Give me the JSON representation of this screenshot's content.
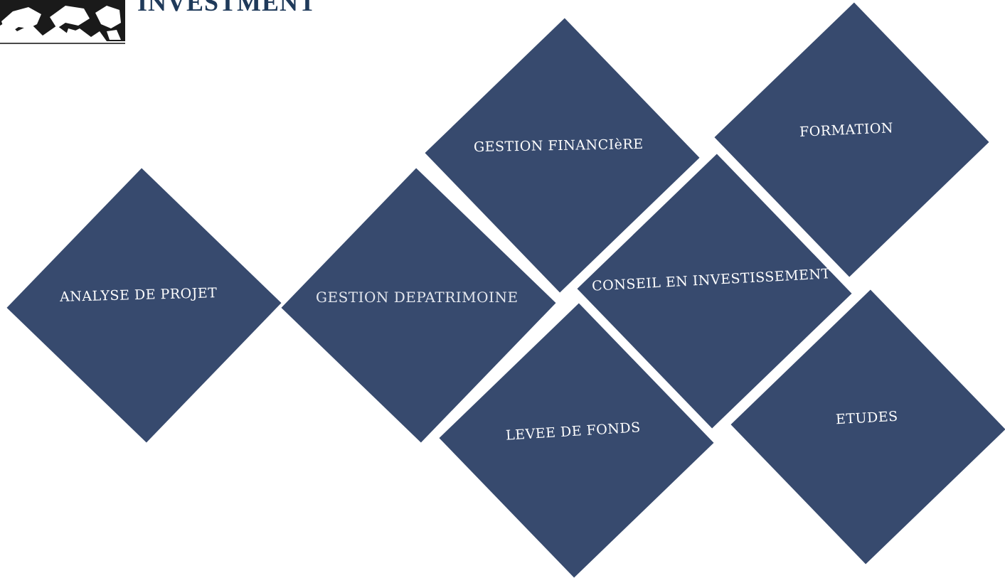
{
  "header": {
    "company_name": "INVESTMENT",
    "logo_icon": "bull-logo-icon"
  },
  "tiles": [
    {
      "label": "ANALYSE DE PROJET"
    },
    {
      "label": "GESTION DEPATRIMOINE"
    },
    {
      "label": "GESTION FINANCIèRE"
    },
    {
      "label": "CONSEIL EN  INVESTISSEMENT"
    },
    {
      "label": "LEVEE DE FONDS"
    },
    {
      "label": "FORMATION"
    },
    {
      "label": "ETUDES"
    }
  ],
  "colors": {
    "tile_fill": "#374a6e",
    "tile_text": "#ffffff",
    "title_text": "#1f3a5a"
  }
}
